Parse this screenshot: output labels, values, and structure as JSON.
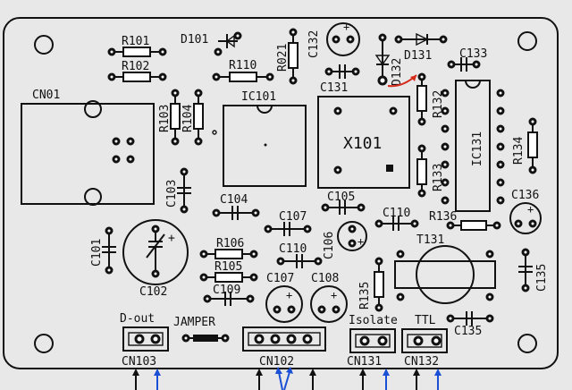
{
  "board": {
    "components": {
      "r101": "R101",
      "r102": "R102",
      "r110": "R110",
      "r021": "R021",
      "r103": "R103",
      "r104": "R104",
      "r106": "R106",
      "r105": "R105",
      "r132": "R132",
      "r133": "R133",
      "r134": "R134",
      "r135": "R135",
      "r136": "R136",
      "d101": "D101",
      "d131": "D131",
      "d132": "D132",
      "c132": "C132",
      "c131": "C131",
      "c133": "C133",
      "c103": "C103",
      "c104": "C104",
      "c105": "C105",
      "c106": "C106",
      "c107a": "C107",
      "c107b": "C107",
      "c108": "C108",
      "c110a": "C110",
      "c110b": "C110",
      "c109": "C109",
      "c101": "C101",
      "c102": "C102",
      "c135a": "C135",
      "c135b": "C135",
      "c136": "C136",
      "ic101": "IC101",
      "ic131": "IC131",
      "x101": "X101",
      "t131": "T131",
      "cn01": "CN01",
      "cn103": "CN103",
      "cn102": "CN102",
      "cn131": "CN131",
      "cn132": "CN132"
    },
    "labels": {
      "dout": "D-out",
      "jamper": "JAMPER",
      "isolate": "Isolate",
      "ttl": "TTL"
    },
    "colors": {
      "board": "#e8e8e8",
      "ink": "#111111",
      "arrow_blue": "#1a4fd6",
      "arrow_red": "#d62a1a"
    }
  }
}
